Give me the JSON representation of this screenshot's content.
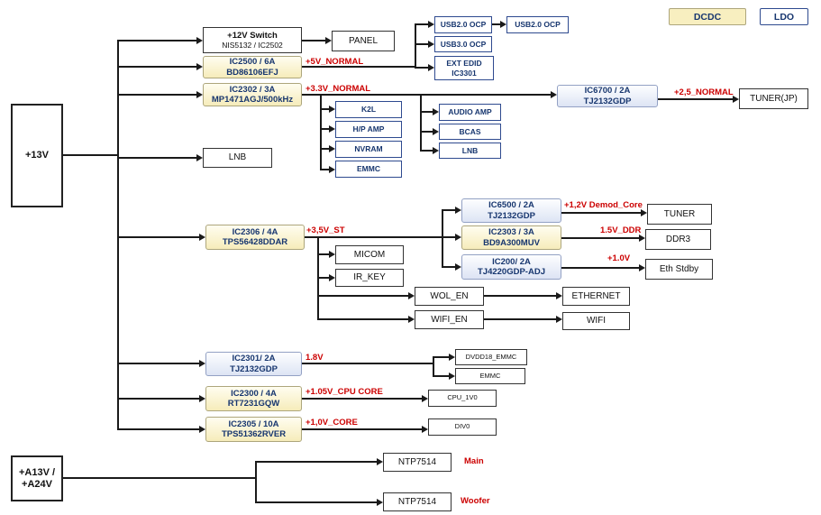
{
  "legend": {
    "dcdc": "DCDC",
    "ldo": "LDO"
  },
  "colors": {
    "rail_label": "#cc0000",
    "ic_text": "#17366f",
    "dcdc_fill": "#f8efc0",
    "ldo_fill": "#e3e9f6",
    "line": "#1a1a1a"
  },
  "nodes": {
    "v13": {
      "l1": "+13V"
    },
    "a13v": {
      "l1": "+A13V /",
      "l2": "+A24V"
    },
    "sw12v": {
      "l1": "+12V Switch",
      "l2": "NIS5132 / IC2502"
    },
    "panel": {
      "l1": "PANEL"
    },
    "ic2500": {
      "l1": "IC2500 / 6A",
      "l2": "BD86106EFJ"
    },
    "usb2a": {
      "l1": "USB2.0 OCP"
    },
    "usb2b": {
      "l1": "USB2.0 OCP"
    },
    "usb3": {
      "l1": "USB3.0 OCP"
    },
    "ext_edid": {
      "l1": "EXT EDID",
      "l2": "IC3301"
    },
    "ic2302": {
      "l1": "IC2302 / 3A",
      "l2": "MP1471AGJ/500kHz"
    },
    "k2l": {
      "l1": "K2L"
    },
    "hp_amp": {
      "l1": "H/P AMP"
    },
    "nvram": {
      "l1": "NVRAM"
    },
    "emmc1": {
      "l1": "EMMC"
    },
    "audio_amp": {
      "l1": "AUDIO AMP"
    },
    "bcas": {
      "l1": "BCAS"
    },
    "lnb_r": {
      "l1": "LNB"
    },
    "ic6700": {
      "l1": "IC6700 / 2A",
      "l2": "TJ2132GDP"
    },
    "tuner_jp": {
      "l1": "TUNER(JP)"
    },
    "lnb_l": {
      "l1": "LNB"
    },
    "ic2306": {
      "l1": "IC2306 / 4A",
      "l2": "TPS56428DDAR"
    },
    "micom": {
      "l1": "MICOM"
    },
    "ir_key": {
      "l1": "IR_KEY"
    },
    "ic6500": {
      "l1": "IC6500 / 2A",
      "l2": "TJ2132GDP"
    },
    "tuner": {
      "l1": "TUNER"
    },
    "ic2303": {
      "l1": "IC2303 / 3A",
      "l2": "BD9A300MUV"
    },
    "ddr3": {
      "l1": "DDR3"
    },
    "ic200": {
      "l1": "IC200/ 2A",
      "l2": "TJ4220GDP-ADJ"
    },
    "eth_stdby": {
      "l1": "Eth Stdby"
    },
    "wol_en": {
      "l1": "WOL_EN"
    },
    "ethernet": {
      "l1": "ETHERNET"
    },
    "wifi_en": {
      "l1": "WIFI_EN"
    },
    "wifi": {
      "l1": "WIFI"
    },
    "ic2301": {
      "l1": "IC2301/ 2A",
      "l2": "TJ2132GDP"
    },
    "dvdd18": {
      "l1": "DVDD18_EMMC"
    },
    "emmc2": {
      "l1": "EMMC"
    },
    "ic2300": {
      "l1": "IC2300 / 4A",
      "l2": "RT7231GQW"
    },
    "cpu1v0": {
      "l1": "CPU_1V0"
    },
    "ic2305": {
      "l1": "IC2305 / 10A",
      "l2": "TPS51362RVER"
    },
    "div0": {
      "l1": "DIV0"
    },
    "ntp_main": {
      "l1": "NTP7514"
    },
    "ntp_woofer": {
      "l1": "NTP7514"
    }
  },
  "rails": {
    "v5": "+5V_NORMAL",
    "v33": "+3.3V_NORMAL",
    "v25": "+2,5_NORMAL",
    "v35": "+3,5V_ST",
    "v12": "+1,2V Demod_Core",
    "v15": "1.5V_DDR",
    "v10a": "+1.0V",
    "v18": "1.8V",
    "v105": "+1.05V_CPU CORE",
    "v10b": "+1,0V_CORE",
    "main": "Main",
    "woofer": "Woofer"
  }
}
